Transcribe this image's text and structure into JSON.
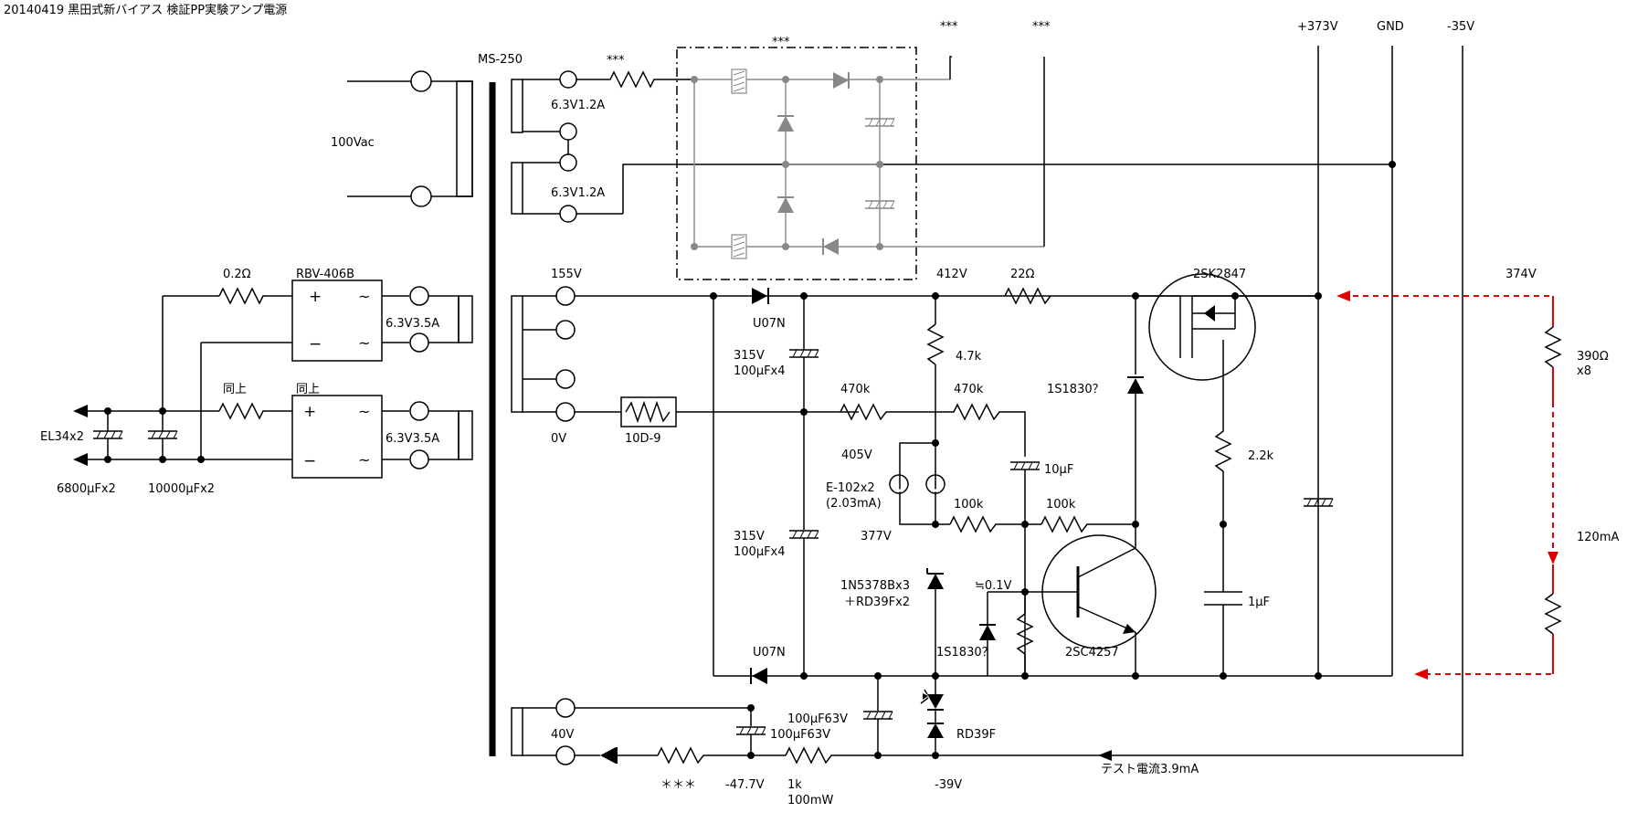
{
  "title": "20140419 黒田式新バイアス 検証PP実験アンプ電源",
  "transformer_name": "MS-250",
  "labels": {
    "vac": "100Vac",
    "heater1": "6.3V1.2A",
    "heater2": "6.3V1.2A",
    "sec1": "6.3V3.5A",
    "sec2": "6.3V3.5A",
    "tap155": "155V",
    "tap0": "0V",
    "tap40": "40V",
    "v412": "412V",
    "v405": "405V",
    "v377": "377V",
    "v373": "+373V",
    "gnd": "GND",
    "vm35": "-35V",
    "v374": "374V",
    "vm47": "-47.7V",
    "vm39": "-39V",
    "v01": "≒0.1V",
    "ma120": "120mA",
    "test": "テスト電流3.9mA",
    "ast1": "***",
    "ast2": "***",
    "ast3": "***",
    "ast4": "***",
    "ast5": "＊＊＊"
  },
  "components": {
    "r02": "0.2Ω",
    "rbv": "RBV-406B",
    "same1": "同上",
    "same2": "同上",
    "el34": "EL34x2",
    "c6800": "6800μFx2",
    "c10000": "10000μFx2",
    "u07n_top": "U07N",
    "u07n_bot": "U07N",
    "c315a": "315V",
    "c100a": "100μFx4",
    "c315b": "315V",
    "c100b": "100μFx4",
    "th10d9": "10D-9",
    "r22": "22Ω",
    "r47k": "4.7k",
    "r470a": "470k",
    "r470b": "470k",
    "c10u": "10μF",
    "e102": "E-102x2",
    "e102i": "(2.03mA)",
    "r100a": "100k",
    "r100b": "100k",
    "d1n5378": "1N5378Bx3",
    "rd39fx2": "＋RD39Fx2",
    "s1830a": "1S1830？",
    "s1830b": "1S1830？",
    "q2sk": "2SK2847",
    "q2sc": "2SC4257",
    "r22k": "2.2k",
    "c1u": "1μF",
    "r390": "390Ω",
    "r390n": "x8",
    "c100f63a": "100μF63V",
    "c100f63b": "100μF63V",
    "rd39f": "RD39F",
    "r1k": "1k",
    "r1kw": "100mW"
  },
  "colors": {
    "wire": "#000000",
    "heater_block": "#888888",
    "load_test": "#e00000"
  }
}
